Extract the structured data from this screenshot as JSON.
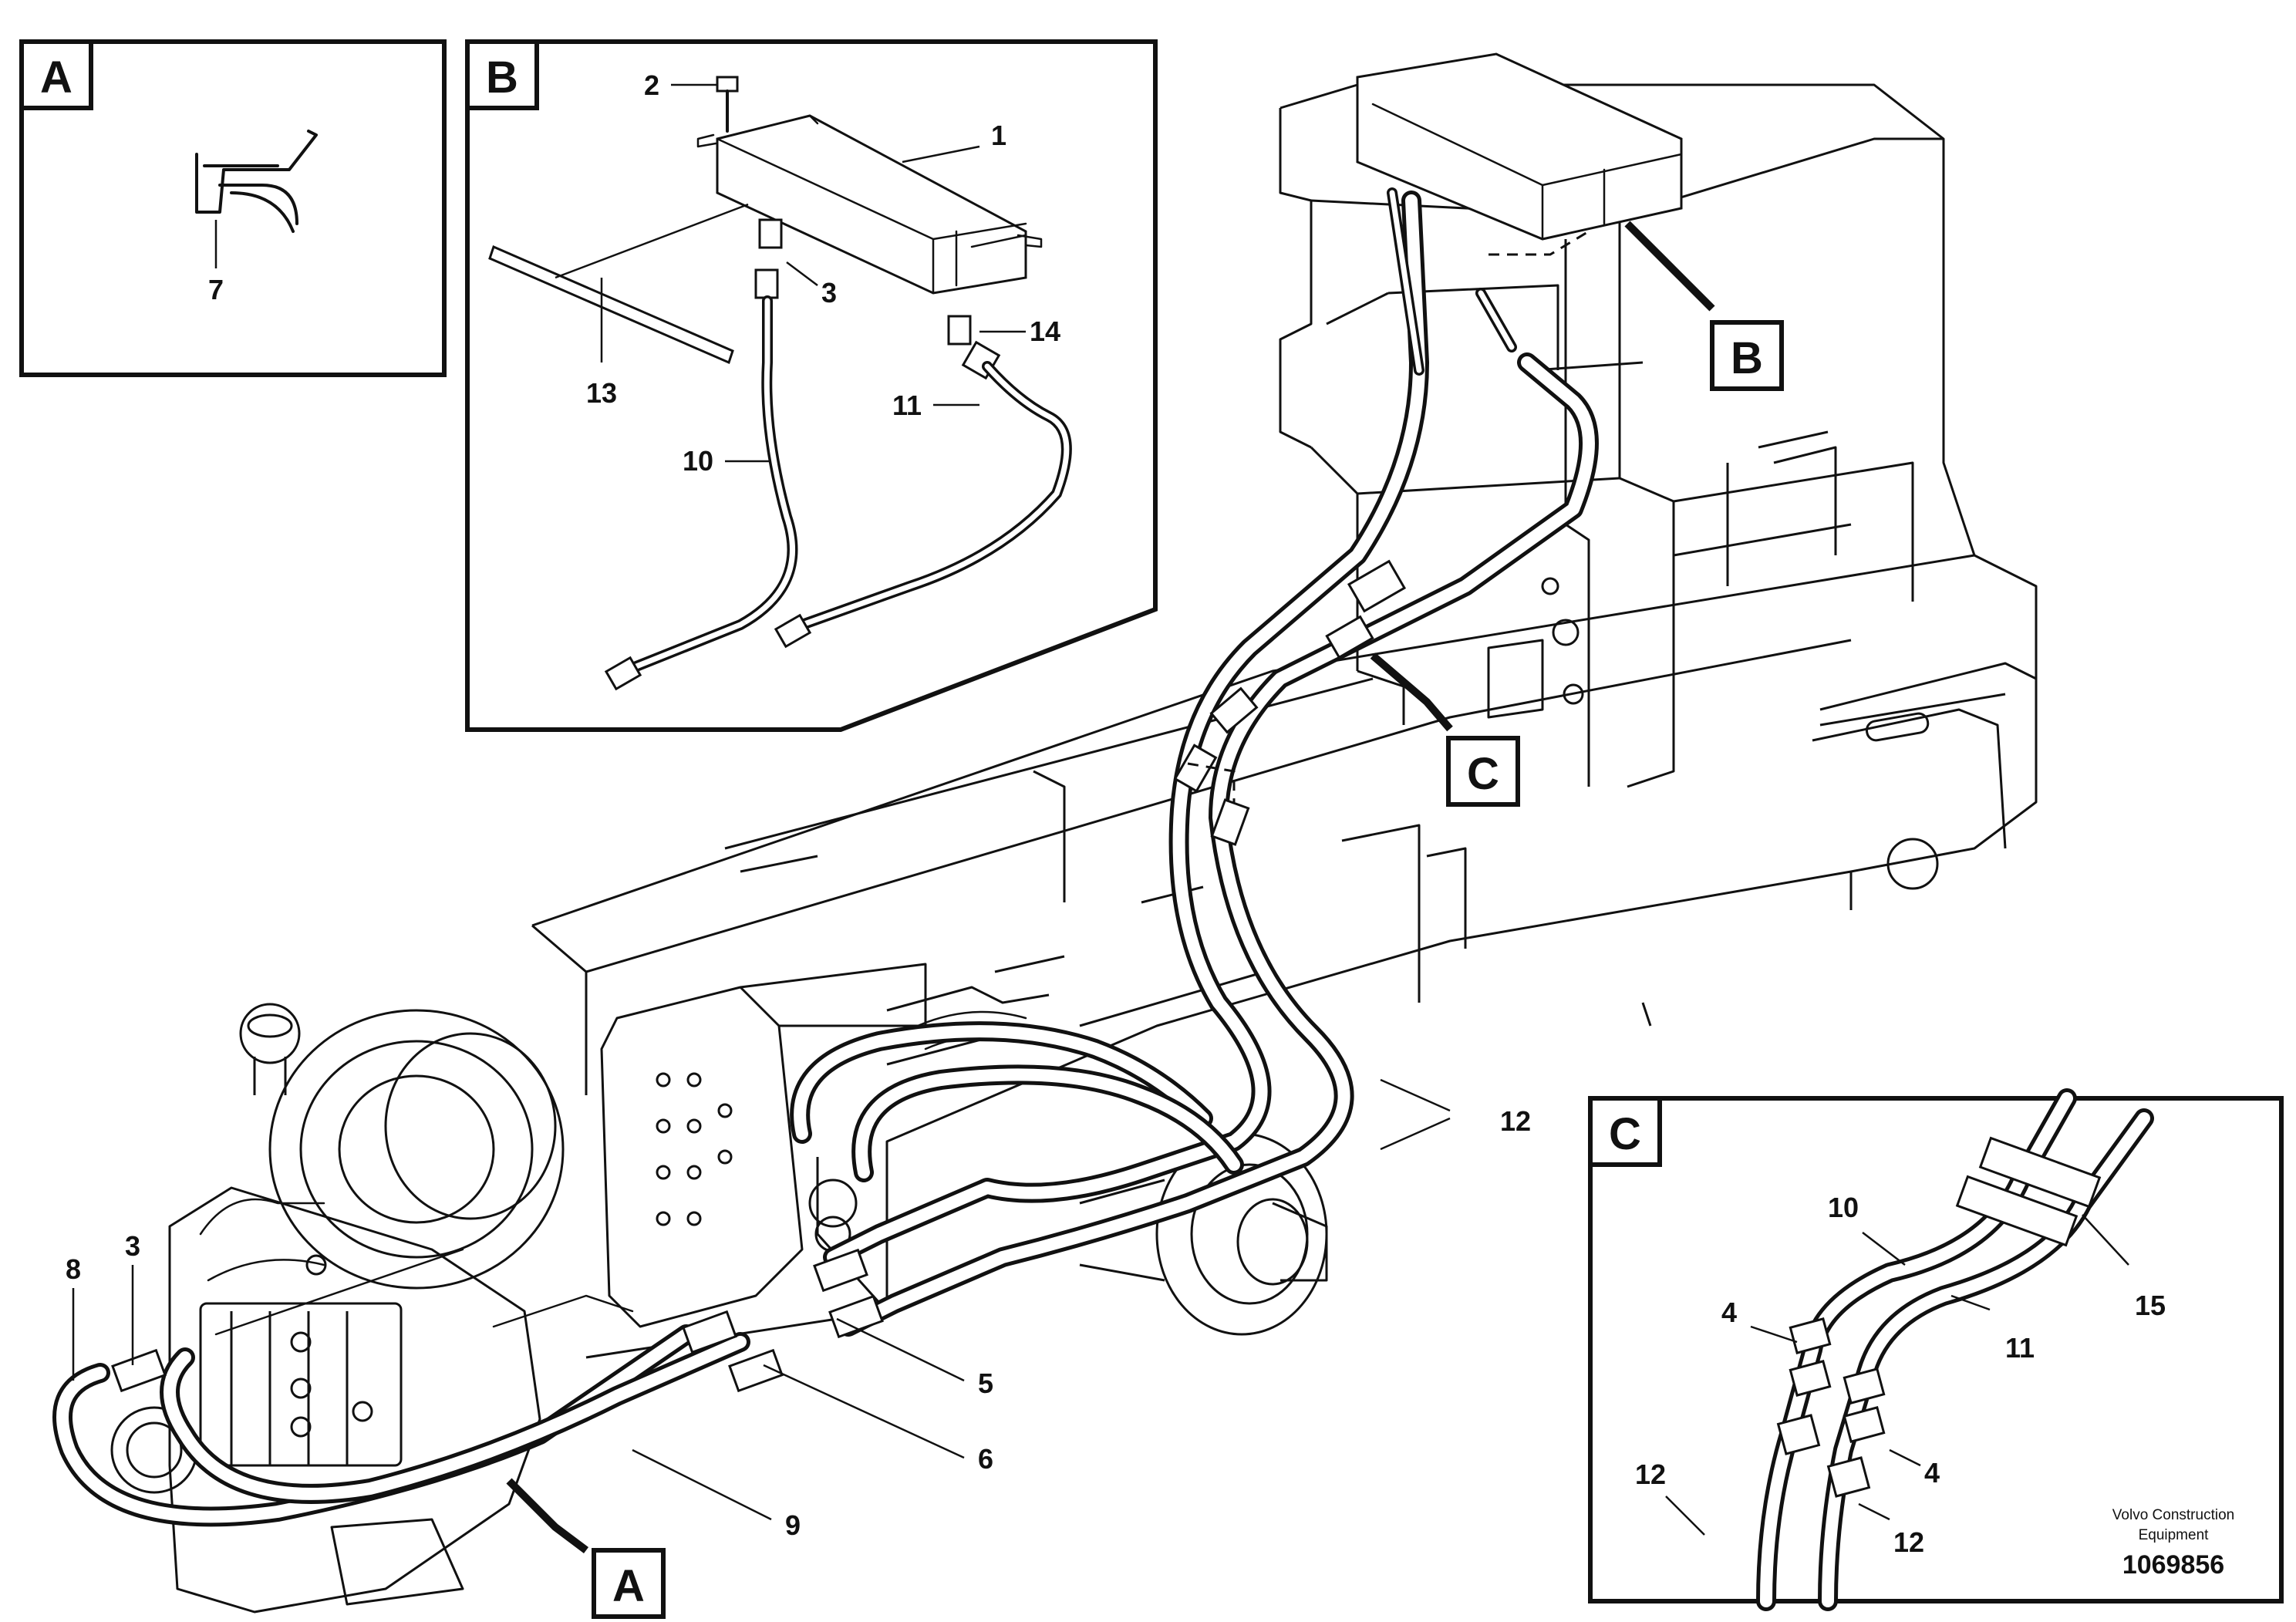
{
  "panels": {
    "a": {
      "letter": "A"
    },
    "b": {
      "letter": "B"
    },
    "c": {
      "letter": "C"
    }
  },
  "callouts": {
    "a": "A",
    "b": "B",
    "c": "C"
  },
  "part_numbers": {
    "p1": "1",
    "p2": "2",
    "p3": "3",
    "p4": "4",
    "p5": "5",
    "p6": "6",
    "p7": "7",
    "p8": "8",
    "p9": "9",
    "p10": "10",
    "p11": "11",
    "p12": "12",
    "p13": "13",
    "p14": "14",
    "p15": "15"
  },
  "labels": {
    "panel_a_7": "7",
    "panel_b_2": "2",
    "panel_b_1": "1",
    "panel_b_3": "3",
    "panel_b_14": "14",
    "panel_b_13": "13",
    "panel_b_11": "11",
    "panel_b_10": "10",
    "main_12": "12",
    "main_8": "8",
    "main_3": "3",
    "main_5": "5",
    "main_6": "6",
    "main_9": "9",
    "panel_c_10": "10",
    "panel_c_15": "15",
    "panel_c_4a": "4",
    "panel_c_11": "11",
    "panel_c_12a": "12",
    "panel_c_4b": "4",
    "panel_c_12b": "12"
  },
  "footer": {
    "brand_line1": "Volvo Construction",
    "brand_line2": "Equipment",
    "doc_number": "1069856"
  }
}
